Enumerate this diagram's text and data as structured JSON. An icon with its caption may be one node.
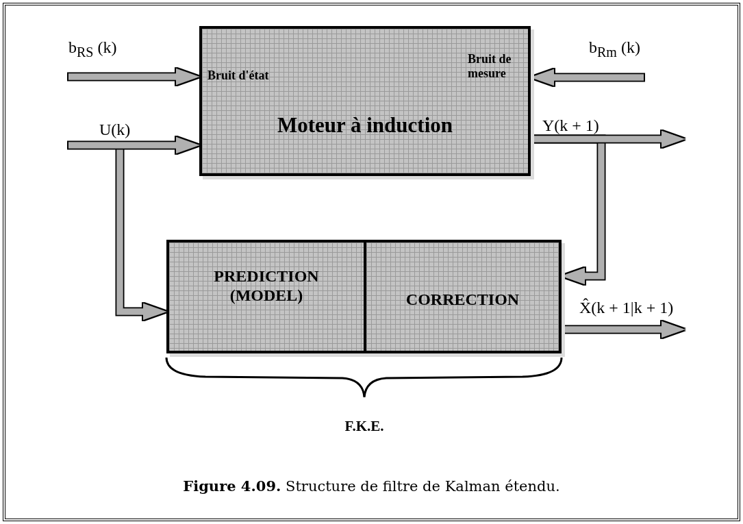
{
  "diagram": {
    "caption": "**Figure 4.09.** Structure de filtre de Kalman étendu.",
    "nodes": [
      {
        "text": [
          "Bruit d'état",
          "Bruit de mesure",
          "Moteur à induction"
        ]
      },
      {
        "text": [
          "PREDICTION (MODEL)"
        ]
      },
      {
        "text": [
          "CORRECTION"
        ]
      }
    ],
    "edges": [
      {
        "from": null,
        "to": 0,
        "arrow": "to",
        "label": "b$_{RS}$ (k)"
      },
      {
        "from": null,
        "to": 0,
        "arrow": "to",
        "label": "b$_{Rm}$ (k)"
      },
      {
        "from": null,
        "to": 0,
        "arrow": "to",
        "label": "U(k)"
      },
      {
        "from": 0,
        "to": null,
        "arrow": "to",
        "label": "Y(k + 1)"
      },
      {
        "from": null,
        "to": 1,
        "arrow": "to"
      },
      {
        "from": 0,
        "to": 2,
        "arrow": "to"
      },
      {
        "from": 2,
        "to": null,
        "arrow": "to",
        "label": "X̂(k + 1|k + 1)"
      }
    ],
    "labels": [
      "F.K.E."
    ]
  }
}
